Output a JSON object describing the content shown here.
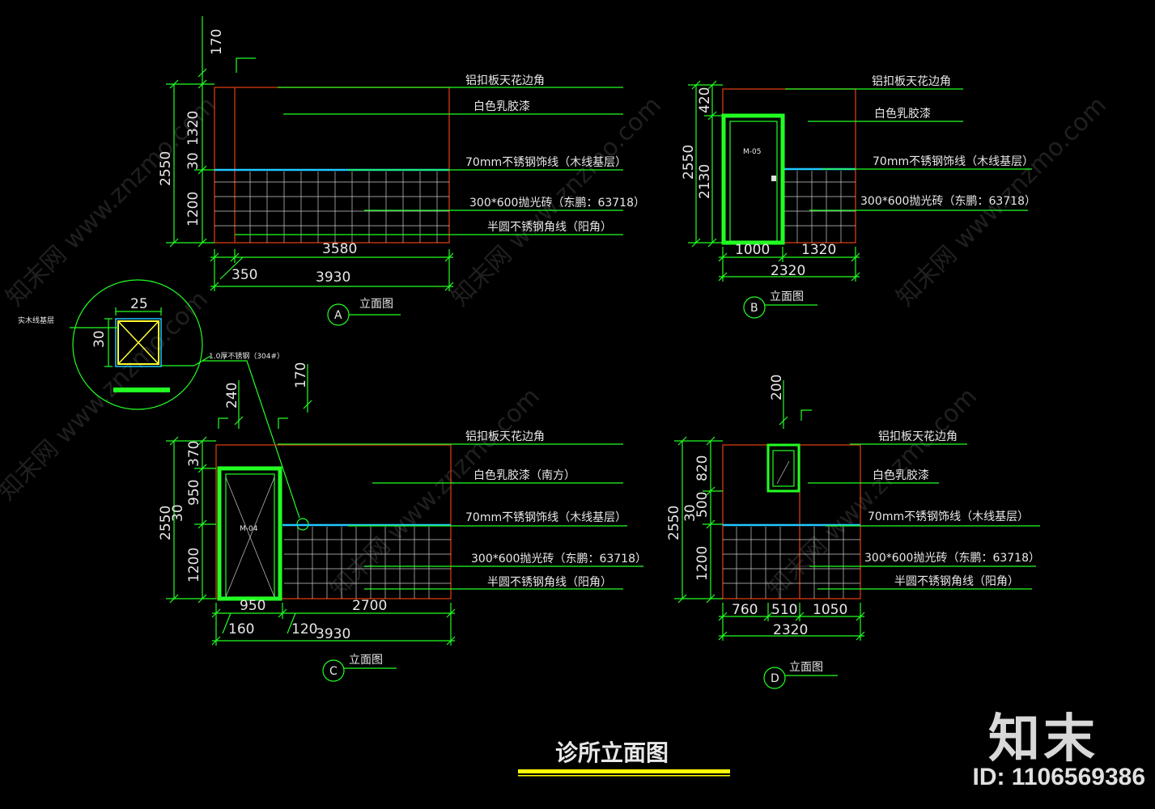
{
  "title": "诊所立面图",
  "brand": "知末",
  "image_id": "ID: 1106569386",
  "watermark": "知末网 www.znzmo.com",
  "colors": {
    "line": "#22ff22",
    "wall": "#d43a10",
    "cyan": "#22c8ff",
    "title_bar": "#ffff00"
  },
  "detail": {
    "dim_w": "25",
    "dim_h": "30",
    "label_left": "实木线基层",
    "label_leader": "1.0厚不锈钢（304#）"
  },
  "elev_a": {
    "tag": "A",
    "caption": "立面图",
    "notes": [
      "铝扣板天花边角",
      "白色乳胶漆",
      "70mm不锈钢饰线（木线基层）",
      "300*600抛光砖（东鹏：63718）",
      "半圆不锈钢角线（阳角）"
    ],
    "vdims": [
      "170",
      "1320",
      "30",
      "1200",
      "2550"
    ],
    "hdims": [
      "3580",
      "350",
      "3930"
    ]
  },
  "elev_b": {
    "tag": "B",
    "caption": "立面图",
    "door_code": "M-05",
    "notes": [
      "铝扣板天花边角",
      "白色乳胶漆",
      "70mm不锈钢饰线（木线基层）",
      "300*600抛光砖（东鹏：63718）"
    ],
    "vdims": [
      "420",
      "2550",
      "2130"
    ],
    "hdims": [
      "1000",
      "1320",
      "2320"
    ]
  },
  "elev_c": {
    "tag": "C",
    "caption": "立面图",
    "door_code": "M-04",
    "notes": [
      "铝扣板天花边角",
      "白色乳胶漆（南方）",
      "70mm不锈钢饰线（木线基层）",
      "300*600抛光砖（东鹏：63718）",
      "半圆不锈钢角线（阳角）"
    ],
    "vdims": [
      "170",
      "240",
      "370",
      "950",
      "30",
      "1200",
      "2550"
    ],
    "hdims": [
      "950",
      "2700",
      "160",
      "120",
      "3930"
    ]
  },
  "elev_d": {
    "tag": "D",
    "caption": "立面图",
    "notes": [
      "铝扣板天花边角",
      "白色乳胶漆",
      "70mm不锈钢饰线（木线基层）",
      "300*600抛光砖（东鹏：63718）",
      "半圆不锈钢角线（阳角）"
    ],
    "vdims": [
      "200",
      "820",
      "500",
      "30",
      "1200",
      "2550"
    ],
    "hdims": [
      "760",
      "510",
      "1050",
      "2320"
    ]
  }
}
